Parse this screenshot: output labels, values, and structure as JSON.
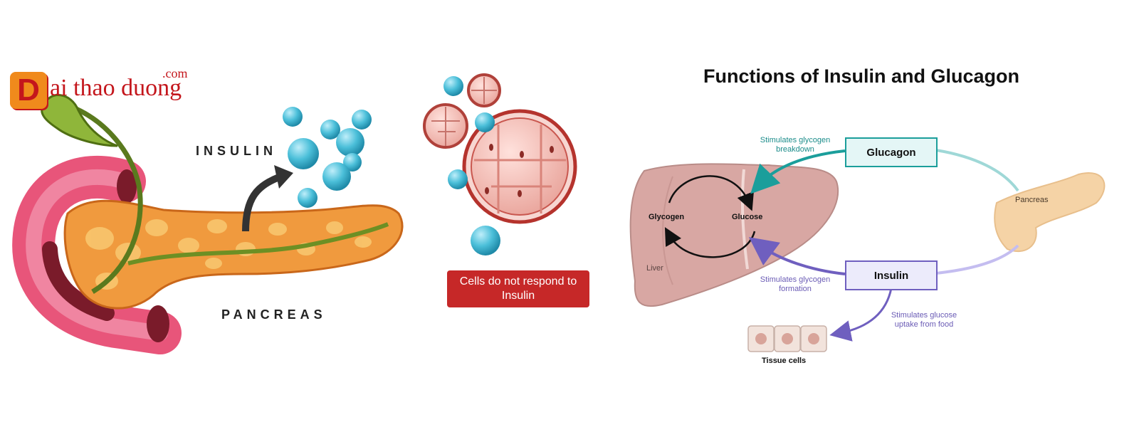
{
  "logo": {
    "letter": "D",
    "text": "ai thao duong",
    "tld": ".com"
  },
  "left_panel": {
    "insulin_label": "INSULIN",
    "pancreas_label": "PANCREAS"
  },
  "middle_panel": {
    "banner_text": "Cells do not respond to Insulin"
  },
  "right_panel": {
    "title": "Functions of Insulin and Glucagon",
    "glucagon": "Glucagon",
    "insulin": "Insulin",
    "glycogen": "Glycogen",
    "glucose": "Glucose",
    "liver": "Liver",
    "pancreas": "Pancreas",
    "tissue_cells": "Tissue cells",
    "note_glucagon": "Stimulates glycogen breakdown",
    "note_insulin_liver": "Stimulates glycogen formation",
    "note_insulin_tissue": "Stimulates glucose uptake from food"
  },
  "colors": {
    "teal": "#1b9e9b",
    "purple": "#6f5fbf",
    "red": "#c62828",
    "orange": "#f08a1c"
  }
}
